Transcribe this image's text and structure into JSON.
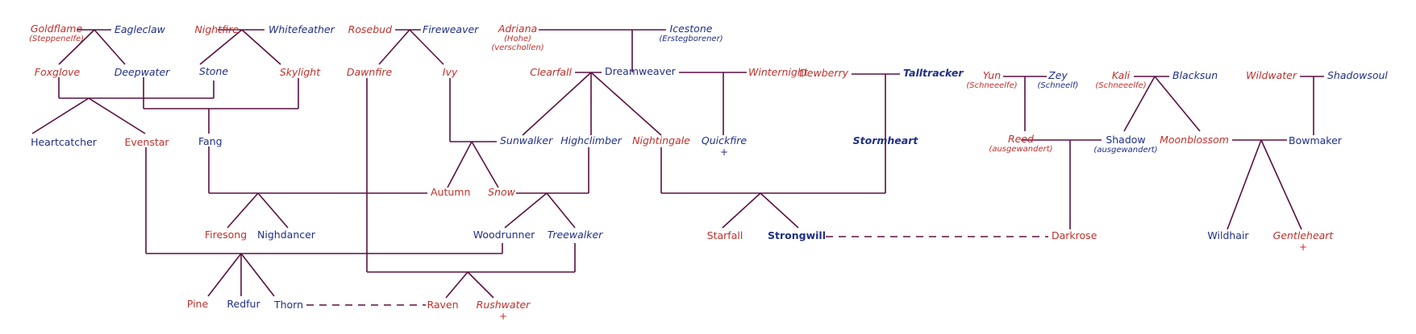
{
  "people": {
    "goldflame": {
      "name": "Goldflame",
      "note": "(Steppenelfe)",
      "color": "#c0302b"
    },
    "eagleclaw": {
      "name": "Eagleclaw",
      "color": "#1f2f86"
    },
    "nightfire": {
      "name": "Nightfire",
      "color": "#c0302b"
    },
    "whitefeather": {
      "name": "Whitefeather",
      "color": "#1f2f86"
    },
    "rosebud": {
      "name": "Rosebud",
      "color": "#c0302b"
    },
    "fireweaver": {
      "name": "Fireweaver",
      "color": "#1f2f86"
    },
    "adriana": {
      "name": "Adriana",
      "note1": "(Hohe)",
      "note2": "(verschollen)",
      "color": "#c0302b"
    },
    "icestone": {
      "name": "Icestone",
      "note": "(Erstegborener)",
      "color": "#1f2f86"
    },
    "foxglove": {
      "name": "Foxglove",
      "color": "#c0302b"
    },
    "deepwater": {
      "name": "Deepwater",
      "color": "#1f2f86"
    },
    "stone": {
      "name": "Stone",
      "color": "#1f2f86"
    },
    "skylight": {
      "name": "Skylight",
      "color": "#c0302b"
    },
    "dawnfire": {
      "name": "Dawnfire",
      "color": "#c0302b"
    },
    "ivy": {
      "name": "Ivy",
      "color": "#c0302b"
    },
    "clearfall": {
      "name": "Clearfall",
      "color": "#c0302b"
    },
    "dreamweaver": {
      "name": "Dreamweaver",
      "color": "#1f2f86"
    },
    "winternight": {
      "name": "Winternight",
      "color": "#c0302b"
    },
    "dewberry": {
      "name": "Dewberry",
      "color": "#c0302b"
    },
    "talltracker": {
      "name": "Talltracker",
      "color": "#1f2f86"
    },
    "yun": {
      "name": "Yun",
      "note": "(Schneeelfe)",
      "color": "#c0302b"
    },
    "zey": {
      "name": "Zey",
      "note": "(Schneelf)",
      "color": "#1f2f86"
    },
    "kali": {
      "name": "Kali",
      "note": "(Schneeelfe)",
      "color": "#c0302b"
    },
    "blacksun": {
      "name": "Blacksun",
      "color": "#1f2f86"
    },
    "wildwater": {
      "name": "Wildwater",
      "color": "#c0302b"
    },
    "shadowsoul": {
      "name": "Shadowsoul",
      "color": "#1f2f86"
    },
    "heartcatcher": {
      "name": "Heartcatcher",
      "color": "#1f2f86"
    },
    "evenstar": {
      "name": "Evenstar",
      "color": "#c0302b"
    },
    "fang": {
      "name": "Fang",
      "color": "#1f2f86"
    },
    "sunwalker": {
      "name": "Sunwalker",
      "color": "#1f2f86"
    },
    "highclimber": {
      "name": "Highclimber",
      "color": "#1f2f86"
    },
    "nightingale": {
      "name": "Nightingale",
      "color": "#c0302b"
    },
    "quickfire": {
      "name": "Quickfire",
      "mark": "+",
      "color": "#1f2f86"
    },
    "stormheart": {
      "name": "Stormheart",
      "color": "#1f2f86"
    },
    "reed": {
      "name": "Reed",
      "note": "(ausgewandert)",
      "color": "#c0302b"
    },
    "shadow": {
      "name": "Shadow",
      "note": "(ausgewandert)",
      "color": "#1f2f86"
    },
    "moonblossom": {
      "name": "Moonblossom",
      "color": "#c0302b"
    },
    "bowmaker": {
      "name": "Bowmaker",
      "color": "#1f2f86"
    },
    "autumn": {
      "name": "Autumn",
      "color": "#c0302b"
    },
    "snow": {
      "name": "Snow",
      "color": "#c0302b"
    },
    "firesong": {
      "name": "Firesong",
      "color": "#c0302b"
    },
    "nighdancer": {
      "name": "Nighdancer",
      "color": "#1f2f86"
    },
    "woodrunner": {
      "name": "Woodrunner",
      "color": "#1f2f86"
    },
    "treewalker": {
      "name": "Treewalker",
      "color": "#1f2f86"
    },
    "starfall": {
      "name": "Starfall",
      "color": "#c0302b"
    },
    "strongwill": {
      "name": "Strongwill",
      "color": "#1f2f86"
    },
    "darkrose": {
      "name": "Darkrose",
      "color": "#c0302b"
    },
    "wildhair": {
      "name": "Wildhair",
      "color": "#1f2f86"
    },
    "gentleheart": {
      "name": "Gentleheart",
      "mark": "+",
      "color": "#c0302b"
    },
    "pine": {
      "name": "Pine",
      "color": "#c0302b"
    },
    "redfur": {
      "name": "Redfur",
      "color": "#1f2f86"
    },
    "thorn": {
      "name": "Thorn",
      "color": "#1f2f86"
    },
    "raven": {
      "name": "Raven",
      "color": "#c0302b"
    },
    "rushwater": {
      "name": "Rushwater",
      "mark": "+",
      "color": "#c0302b"
    }
  },
  "colors": {
    "line": "#5a1040",
    "female": "#c0302b",
    "male": "#1f2f86"
  }
}
